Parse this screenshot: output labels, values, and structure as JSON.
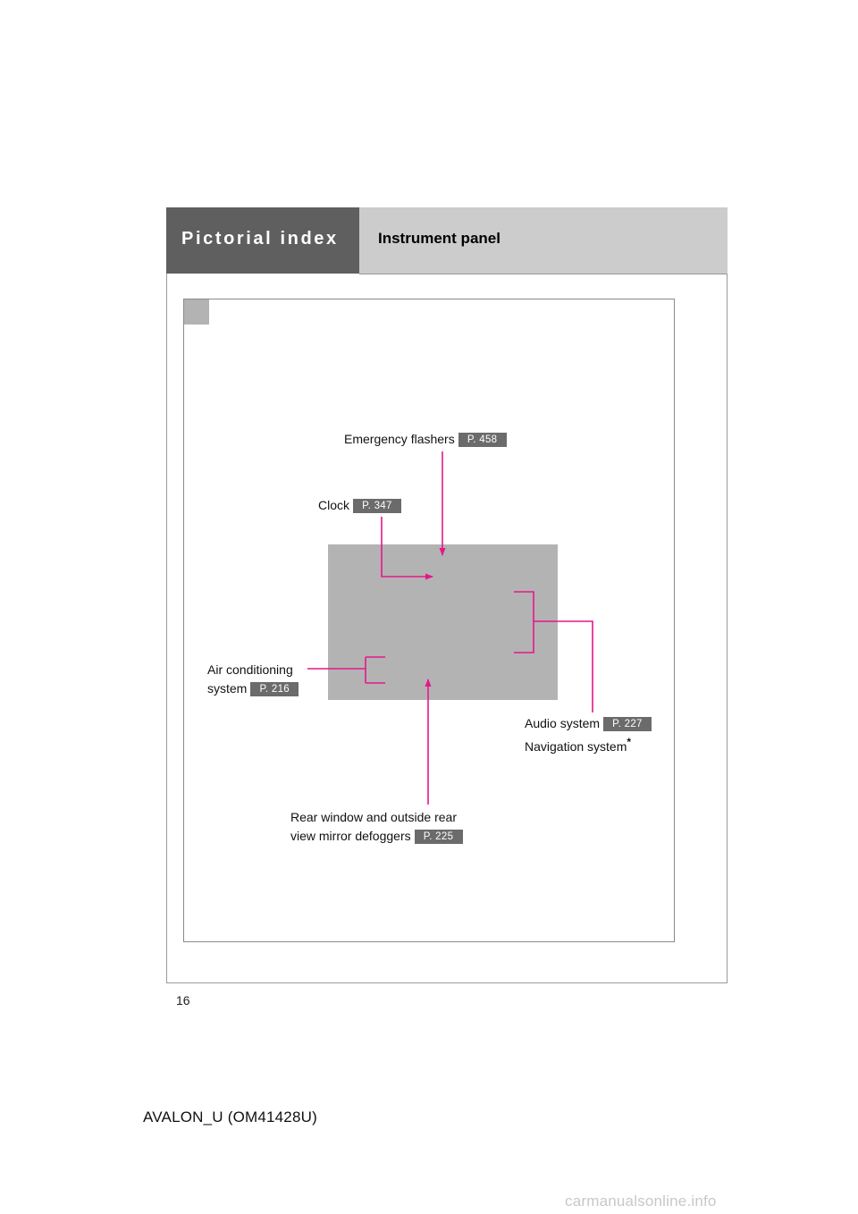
{
  "header": {
    "section": "Pictorial index",
    "title": "Instrument panel"
  },
  "callouts": {
    "emergency_flashers": {
      "label": "Emergency flashers",
      "page": "P. 458"
    },
    "clock": {
      "label": "Clock",
      "page": "P. 347"
    },
    "air_conditioning": {
      "line1": "Air conditioning",
      "line2": "system",
      "page": "P. 216"
    },
    "audio": {
      "line1": "Audio system",
      "page": "P. 227",
      "line2": "Navigation system",
      "footnote_mark": "*"
    },
    "defoggers": {
      "line1": "Rear window and outside rear",
      "line2": "view mirror defoggers",
      "page": "P. 225"
    }
  },
  "footer": {
    "page_number": "16",
    "manual_code": "AVALON_U (OM41428U)",
    "watermark": "carmanualsonline.info"
  },
  "colors": {
    "callout_line": "#e6178c",
    "header_dark": "#5f5f5f",
    "header_light": "#cccccc",
    "page_badge": "#6b6b6b"
  }
}
